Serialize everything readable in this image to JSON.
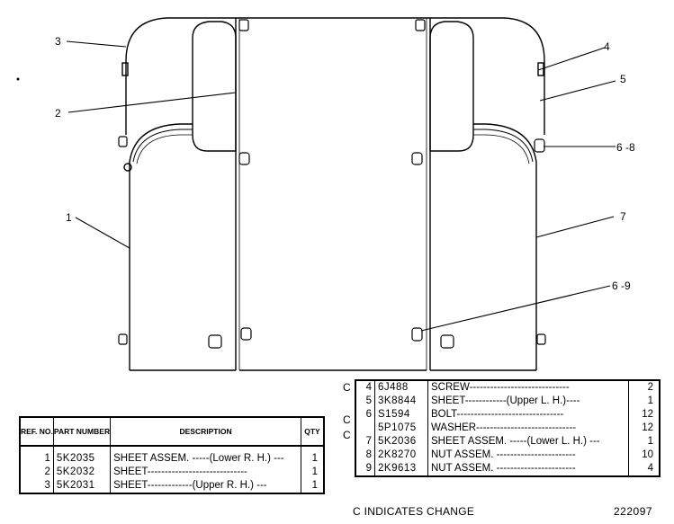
{
  "callouts": {
    "c1": "1",
    "c2": "2",
    "c3": "3",
    "c4": "4",
    "c5": "5",
    "c6_8": "6 -8",
    "c7": "7",
    "c6_9": "6 -9"
  },
  "left_table": {
    "headers": {
      "ref_no": "REF. NO.",
      "part_number": "PART NUMBER",
      "description": "DESCRIPTION",
      "qty": "QTY"
    },
    "rows": [
      {
        "ref": "1",
        "part": "5K2035",
        "desc": "SHEET ASSEM. -----(Lower R. H.) ---",
        "qty": "1"
      },
      {
        "ref": "2",
        "part": "5K2032",
        "desc": "SHEET-----------------------------",
        "qty": "1"
      },
      {
        "ref": "3",
        "part": "5K2031",
        "desc": "SHEET-------------(Upper R. H.) ---",
        "qty": "1"
      }
    ]
  },
  "right_table": {
    "rows": [
      {
        "flag": "C",
        "ref": "4",
        "part": "6J488",
        "desc": "SCREW-----------------------------",
        "qty": "2"
      },
      {
        "flag": "",
        "ref": "5",
        "part": "3K8844",
        "desc": "SHEET------------(Upper L. H.)----",
        "qty": "1"
      },
      {
        "flag": "C",
        "ref": "6",
        "part": "S1594",
        "desc": "BOLT-------------------------------",
        "qty": "12"
      },
      {
        "flag": "C",
        "ref": "",
        "part": "5P1075",
        "desc": "WASHER-----------------------------",
        "qty": "12"
      },
      {
        "flag": "",
        "ref": "7",
        "part": "5K2036",
        "desc": "SHEET ASSEM. -----(Lower L. H.) ---",
        "qty": "1"
      },
      {
        "flag": "",
        "ref": "8",
        "part": "2K8270",
        "desc": "NUT ASSEM. -----------------------",
        "qty": "10"
      },
      {
        "flag": "",
        "ref": "9",
        "part": "2K9613",
        "desc": "NUT ASSEM. -----------------------",
        "qty": "4"
      }
    ]
  },
  "footer": {
    "note": "C  INDICATES CHANGE",
    "drawing_number": "222097"
  }
}
